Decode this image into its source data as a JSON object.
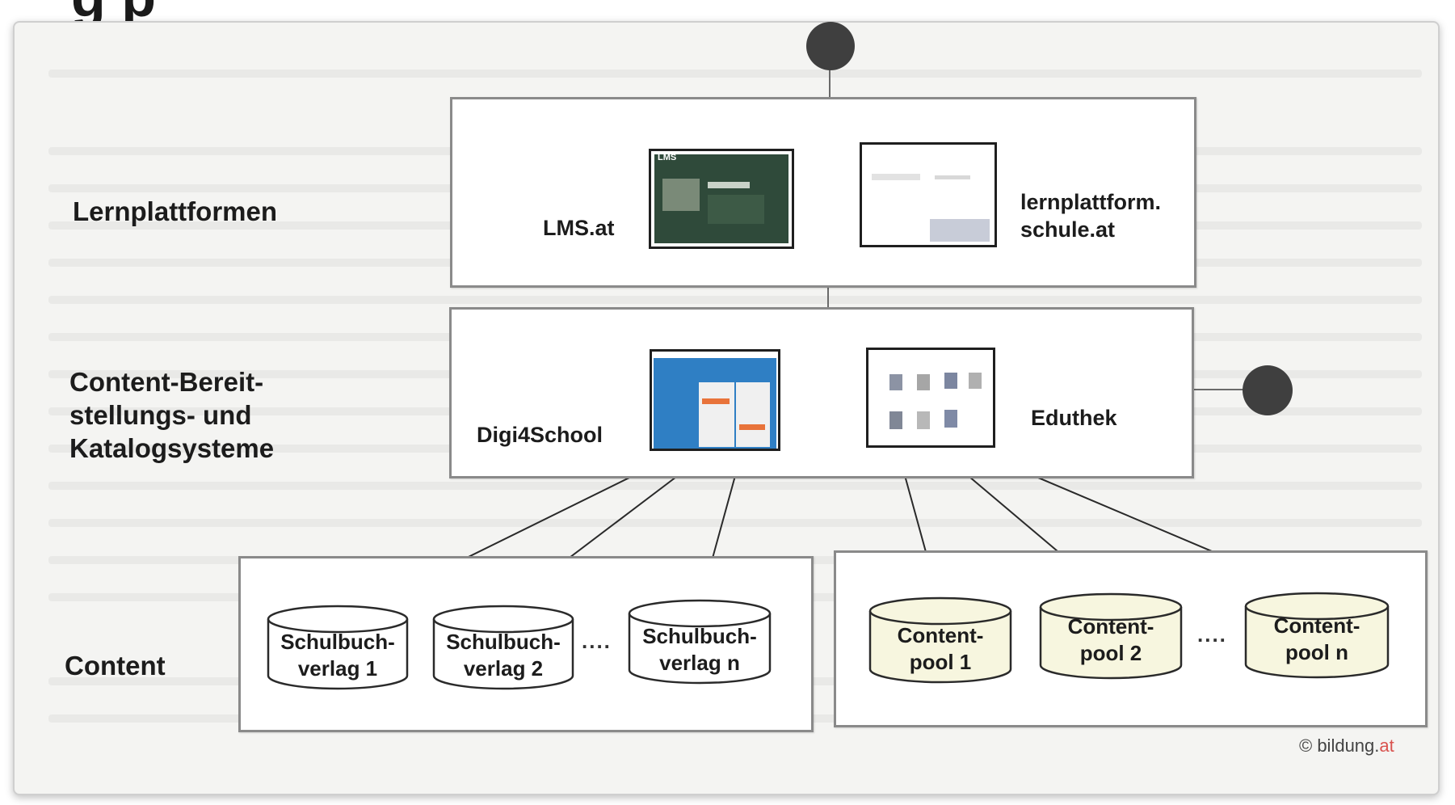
{
  "heading": {
    "text": "g  p"
  },
  "layers": {
    "lernplattformen": {
      "label": "Lernplattformen",
      "platforms": [
        {
          "name": "LMS.at"
        },
        {
          "name_line1": "lernplattform.",
          "name_line2": "schule.at"
        }
      ]
    },
    "content_systems": {
      "label_line1": "Content-Bereit-",
      "label_line2": "stellungs- und",
      "label_line3": "Katalogsysteme",
      "systems": [
        {
          "name": "Digi4School"
        },
        {
          "name": "Eduthek"
        }
      ]
    },
    "content": {
      "label": "Content",
      "publishers": [
        {
          "line1": "Schulbuch-",
          "line2": "verlag 1"
        },
        {
          "line1": "Schulbuch-",
          "line2": "verlag 2"
        },
        {
          "line1": "Schulbuch-",
          "line2": "verlag n"
        }
      ],
      "pools": [
        {
          "line1": "Content-",
          "line2": "pool 1"
        },
        {
          "line1": "Content-",
          "line2": "pool 2"
        },
        {
          "line1": "Content-",
          "line2": "pool n"
        }
      ],
      "ellipsis": "....",
      "ellipsis_pools": "...."
    }
  },
  "thumbnails": {
    "lms_caption": "LMS"
  },
  "copyright": {
    "prefix": "© bildung.",
    "suffix": "at"
  },
  "colors": {
    "pool_fill": "#f7f6df",
    "publisher_fill": "#ffffff",
    "box_border": "#8a8a8a",
    "node": "#3f3f3f",
    "lms_thumb": "#2f4a3a",
    "digi_thumb": "#2f7fc4",
    "accent_red": "#d9534f"
  }
}
